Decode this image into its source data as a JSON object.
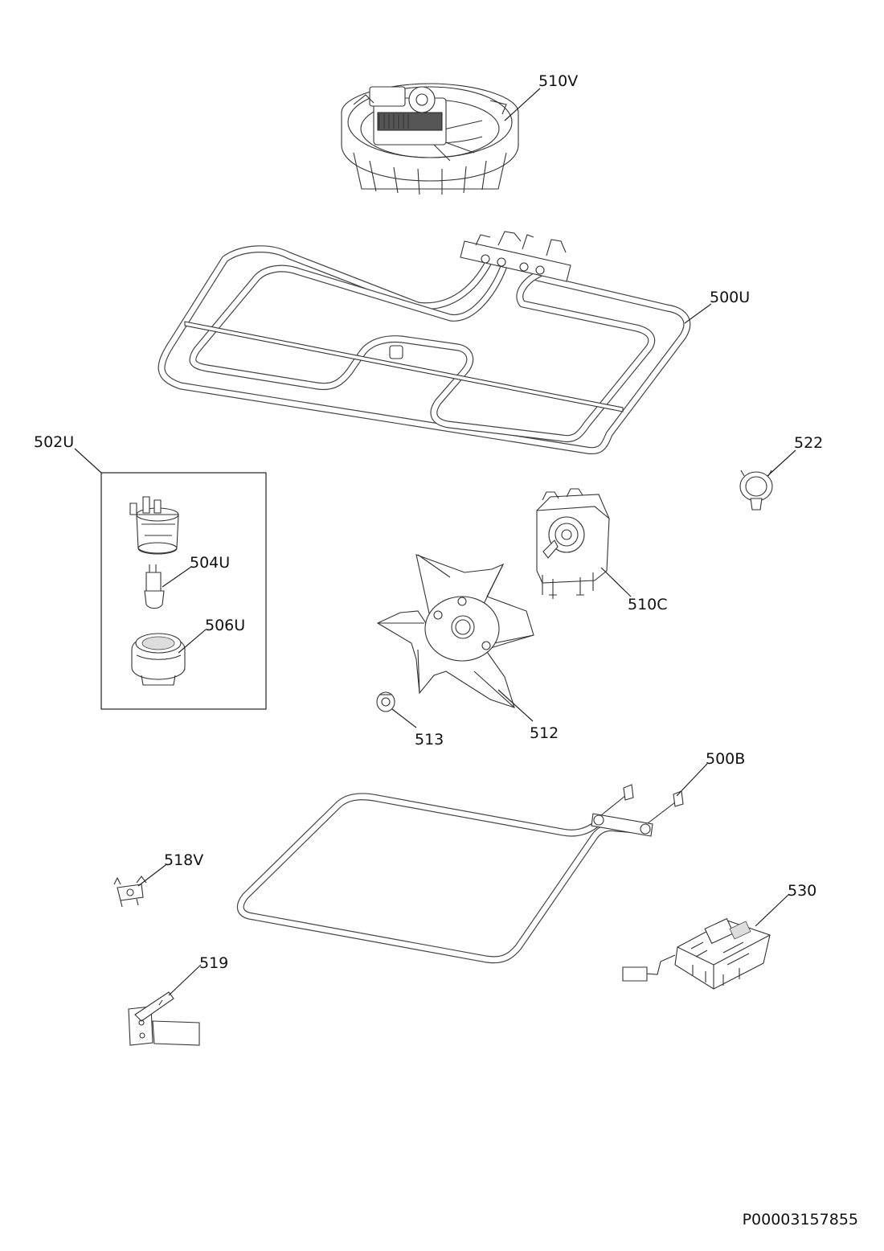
{
  "diagram": {
    "document_id": "P00003157855",
    "parts": [
      {
        "id": "510V",
        "label": "510V",
        "icon": "fan-motor-assembly-icon"
      },
      {
        "id": "500U",
        "label": "500U",
        "icon": "upper-heating-element-icon"
      },
      {
        "id": "502U",
        "label": "502U",
        "icon": "lamp-assembly-kit-icon"
      },
      {
        "id": "504U",
        "label": "504U",
        "icon": "lamp-bulb-icon"
      },
      {
        "id": "506U",
        "label": "506U",
        "icon": "lamp-cover-icon"
      },
      {
        "id": "522",
        "label": "522",
        "icon": "clip-icon"
      },
      {
        "id": "510C",
        "label": "510C",
        "icon": "motor-icon"
      },
      {
        "id": "512",
        "label": "512",
        "icon": "fan-blade-icon"
      },
      {
        "id": "513",
        "label": "513",
        "icon": "nut-icon"
      },
      {
        "id": "500B",
        "label": "500B",
        "icon": "lower-heating-element-icon"
      },
      {
        "id": "518V",
        "label": "518V",
        "icon": "thermostat-icon"
      },
      {
        "id": "530",
        "label": "530",
        "icon": "control-board-icon"
      },
      {
        "id": "519",
        "label": "519",
        "icon": "bracket-icon"
      }
    ]
  }
}
